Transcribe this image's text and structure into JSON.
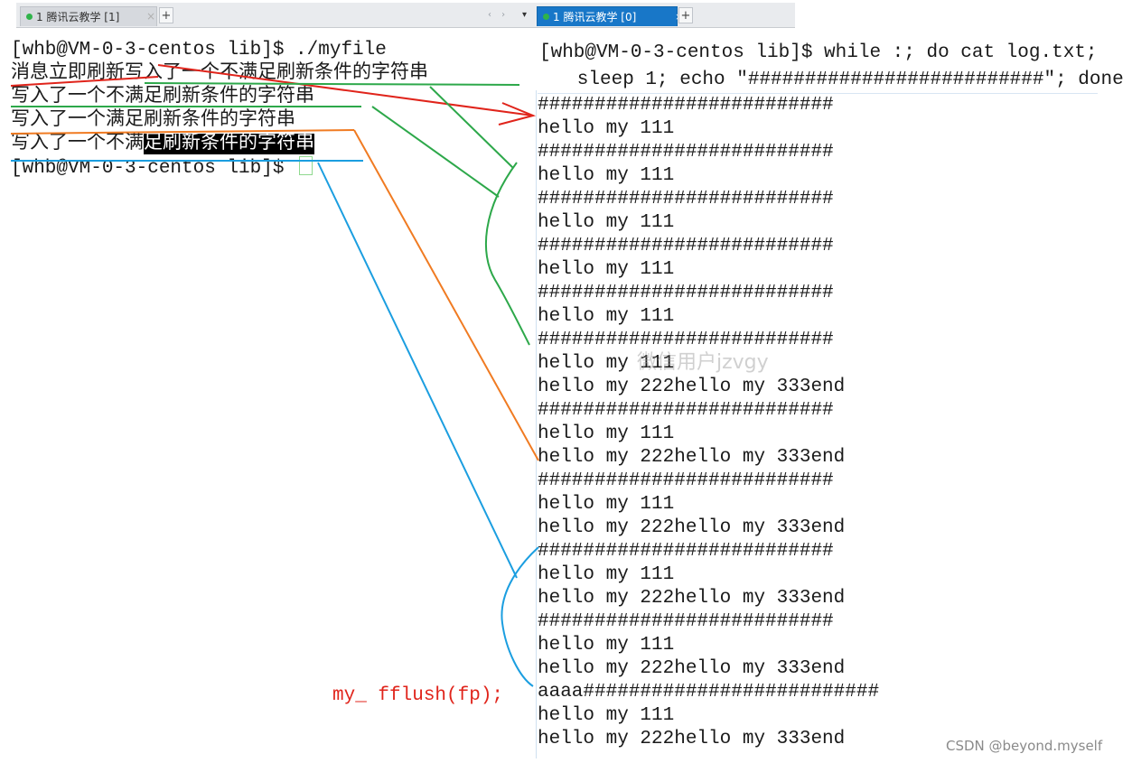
{
  "tabs": {
    "left": {
      "label": "1 腾讯云教学 [1]",
      "close": "×",
      "plus": "+"
    },
    "right": {
      "label": "1 腾讯云教学 [0]",
      "close": "×",
      "plus": "+"
    },
    "nav_arrows": "‹ ›",
    "dropdown": "▾"
  },
  "left_terminal": {
    "lines": [
      "[whb@VM-0-3-centos lib]$ ./myfile",
      "消息立即刷新写入了一个不满足刷新条件的字符串",
      "写入了一个不满足刷新条件的字符串",
      "写入了一个满足刷新条件的字符串"
    ],
    "partial_line_normal": "写入了一个不满",
    "partial_line_highlight": "足刷新条件的字符串",
    "prompt": "[whb@VM-0-3-centos lib]$ "
  },
  "right_terminal": {
    "command_line1": "[whb@VM-0-3-centos lib]$ while :; do cat log.txt;",
    "command_line2": "   sleep 1; echo \"##########################\"; done",
    "lines": [
      "##########################",
      "hello my 111",
      "##########################",
      "hello my 111",
      "##########################",
      "hello my 111",
      "##########################",
      "hello my 111",
      "##########################",
      "hello my 111",
      "##########################",
      "hello my 111",
      "hello my 222hello my 333end",
      "##########################",
      "hello my 111",
      "hello my 222hello my 333end",
      "##########################",
      "hello my 111",
      "hello my 222hello my 333end",
      "##########################",
      "hello my 111",
      "hello my 222hello my 333end",
      "##########################",
      "hello my 111",
      "hello my 222hello my 333end",
      "aaaa##########################",
      "hello my 111",
      "hello my 222hello my 333end"
    ]
  },
  "annotation": {
    "fflush_label": "my_ fflush(fp);"
  },
  "watermark": "微信用户jzvgy",
  "credit": "CSDN @beyond.myself",
  "colors": {
    "red": "#e0241b",
    "green": "#2da84a",
    "orange": "#f07b22",
    "blue": "#1b9ee0",
    "tab_active": "#1877c8"
  }
}
